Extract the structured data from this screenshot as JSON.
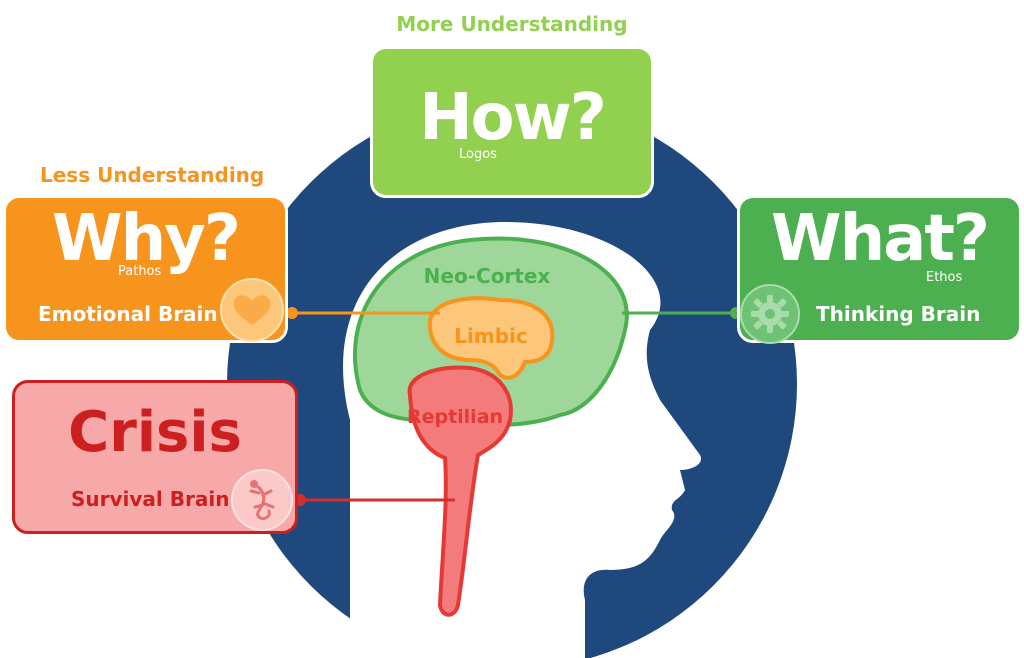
{
  "colors": {
    "navy": "#1f497d",
    "how_green": "#92d050",
    "what_green": "#4caf50",
    "why_orange": "#f7941d",
    "crisis_red": "#cc1f1f",
    "crisis_fill": "#f7a9a9"
  },
  "how": {
    "caption": "More Understanding",
    "title": "How?",
    "note": "Logos"
  },
  "why": {
    "caption": "Less Understanding",
    "title": "Why?",
    "note": "Pathos",
    "label": "Emotional Brain",
    "icon": "heart-icon"
  },
  "what": {
    "title": "What?",
    "note": "Ethos",
    "label": "Thinking Brain",
    "icon": "gear-icon"
  },
  "crisis": {
    "title": "Crisis",
    "label": "Survival Brain",
    "icon": "lizard-icon"
  },
  "brain": {
    "neocortex": "Neo-Cortex",
    "limbic": "Limbic",
    "reptilian": "Reptilian"
  }
}
